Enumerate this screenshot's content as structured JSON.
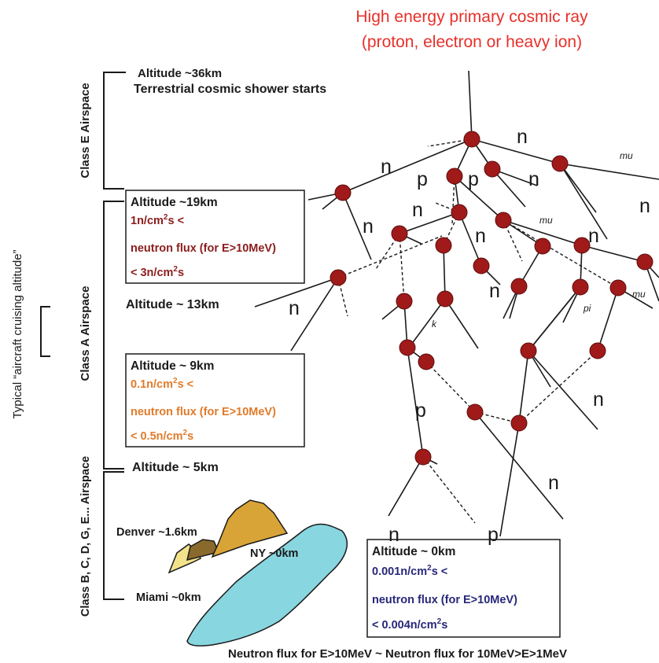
{
  "title": {
    "line1": "High energy primary cosmic ray",
    "line2": "(proton, electron or heavy ion)"
  },
  "altitudes": {
    "a36_line1": "Altitude ~36km",
    "a36_line2": "Terrestrial cosmic shower starts",
    "a13": "Altitude ~ 13km",
    "a5": "Altitude ~ 5km"
  },
  "boxes": {
    "b19": {
      "alt": "Altitude ~19km",
      "l1_pre": "1n/cm",
      "l1_sup": "2",
      "l1_post": "s <",
      "l2": "neutron flux (for E>10MeV)",
      "l3_pre": "< 3n/cm",
      "l3_sup": "2",
      "l3_post": "s",
      "color": "#8b1d1d"
    },
    "b9": {
      "alt": "Altitude ~ 9km",
      "l1_pre": "0.1n/cm",
      "l1_sup": "2",
      "l1_post": "s <",
      "l2": "neutron flux (for E>10MeV)",
      "l3_pre": "< 0.5n/cm",
      "l3_sup": "2",
      "l3_post": "s",
      "color": "#e07b2a"
    },
    "b0": {
      "alt": "Altitude ~ 0km",
      "l1_pre": "0.001n/cm",
      "l1_sup": "2",
      "l1_post": "s <",
      "l2": "neutron flux (for E>10MeV)",
      "l3_pre": "< 0.004n/cm",
      "l3_sup": "2",
      "l3_post": "s",
      "color": "#27287a"
    }
  },
  "airspace": {
    "classE": "Class E Airspace",
    "classA": "Class A Airspace",
    "classLow": "Class B, C, D, G, E... Airspace",
    "cruising": "Typical “aircraft cruising altitude”"
  },
  "places": {
    "denver": "Denver ~1.6km",
    "ny": "NY ~0km",
    "miami": "Miami ~0km"
  },
  "bottom_note": "Neutron flux for E>10MeV  ~  Neutron flux for 10MeV>E>1MeV",
  "particles": {
    "n": "n",
    "p": "p",
    "mu": "mu",
    "k": "k",
    "pi": "pi"
  },
  "colors": {
    "node": "#a01a1a",
    "title": "#e8302a",
    "terrain_brown": "#d9a437",
    "terrain_dark": "#8a6a2c",
    "terrain_yellow": "#f2e28a",
    "sea": "#88d6e0"
  }
}
